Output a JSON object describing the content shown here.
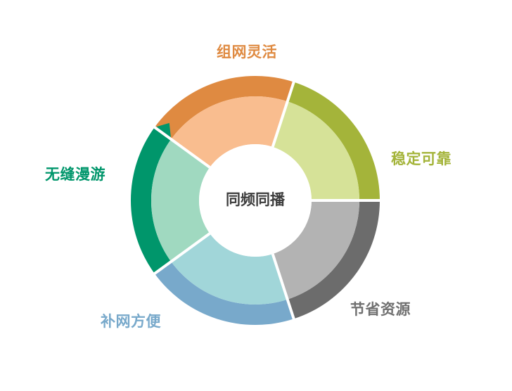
{
  "center": {
    "label": "同频同播"
  },
  "segments": [
    {
      "label": "组网灵活",
      "outer_color": "#df8a41",
      "inner_color": "#f9bd8f",
      "label_color": "#df8a41"
    },
    {
      "label": "稳定可靠",
      "outer_color": "#a4b43a",
      "inner_color": "#d6e298",
      "label_color": "#a4b43a"
    },
    {
      "label": "节省资源",
      "outer_color": "#6c6c6c",
      "inner_color": "#b3b3b3",
      "label_color": "#707070"
    },
    {
      "label": "补网方便",
      "outer_color": "#78a9cb",
      "inner_color": "#a1d6d9",
      "label_color": "#78a9cb"
    },
    {
      "label": "无缝漫游",
      "outer_color": "#00966b",
      "inner_color": "#a0d9c0",
      "label_color": "#00966b"
    }
  ]
}
